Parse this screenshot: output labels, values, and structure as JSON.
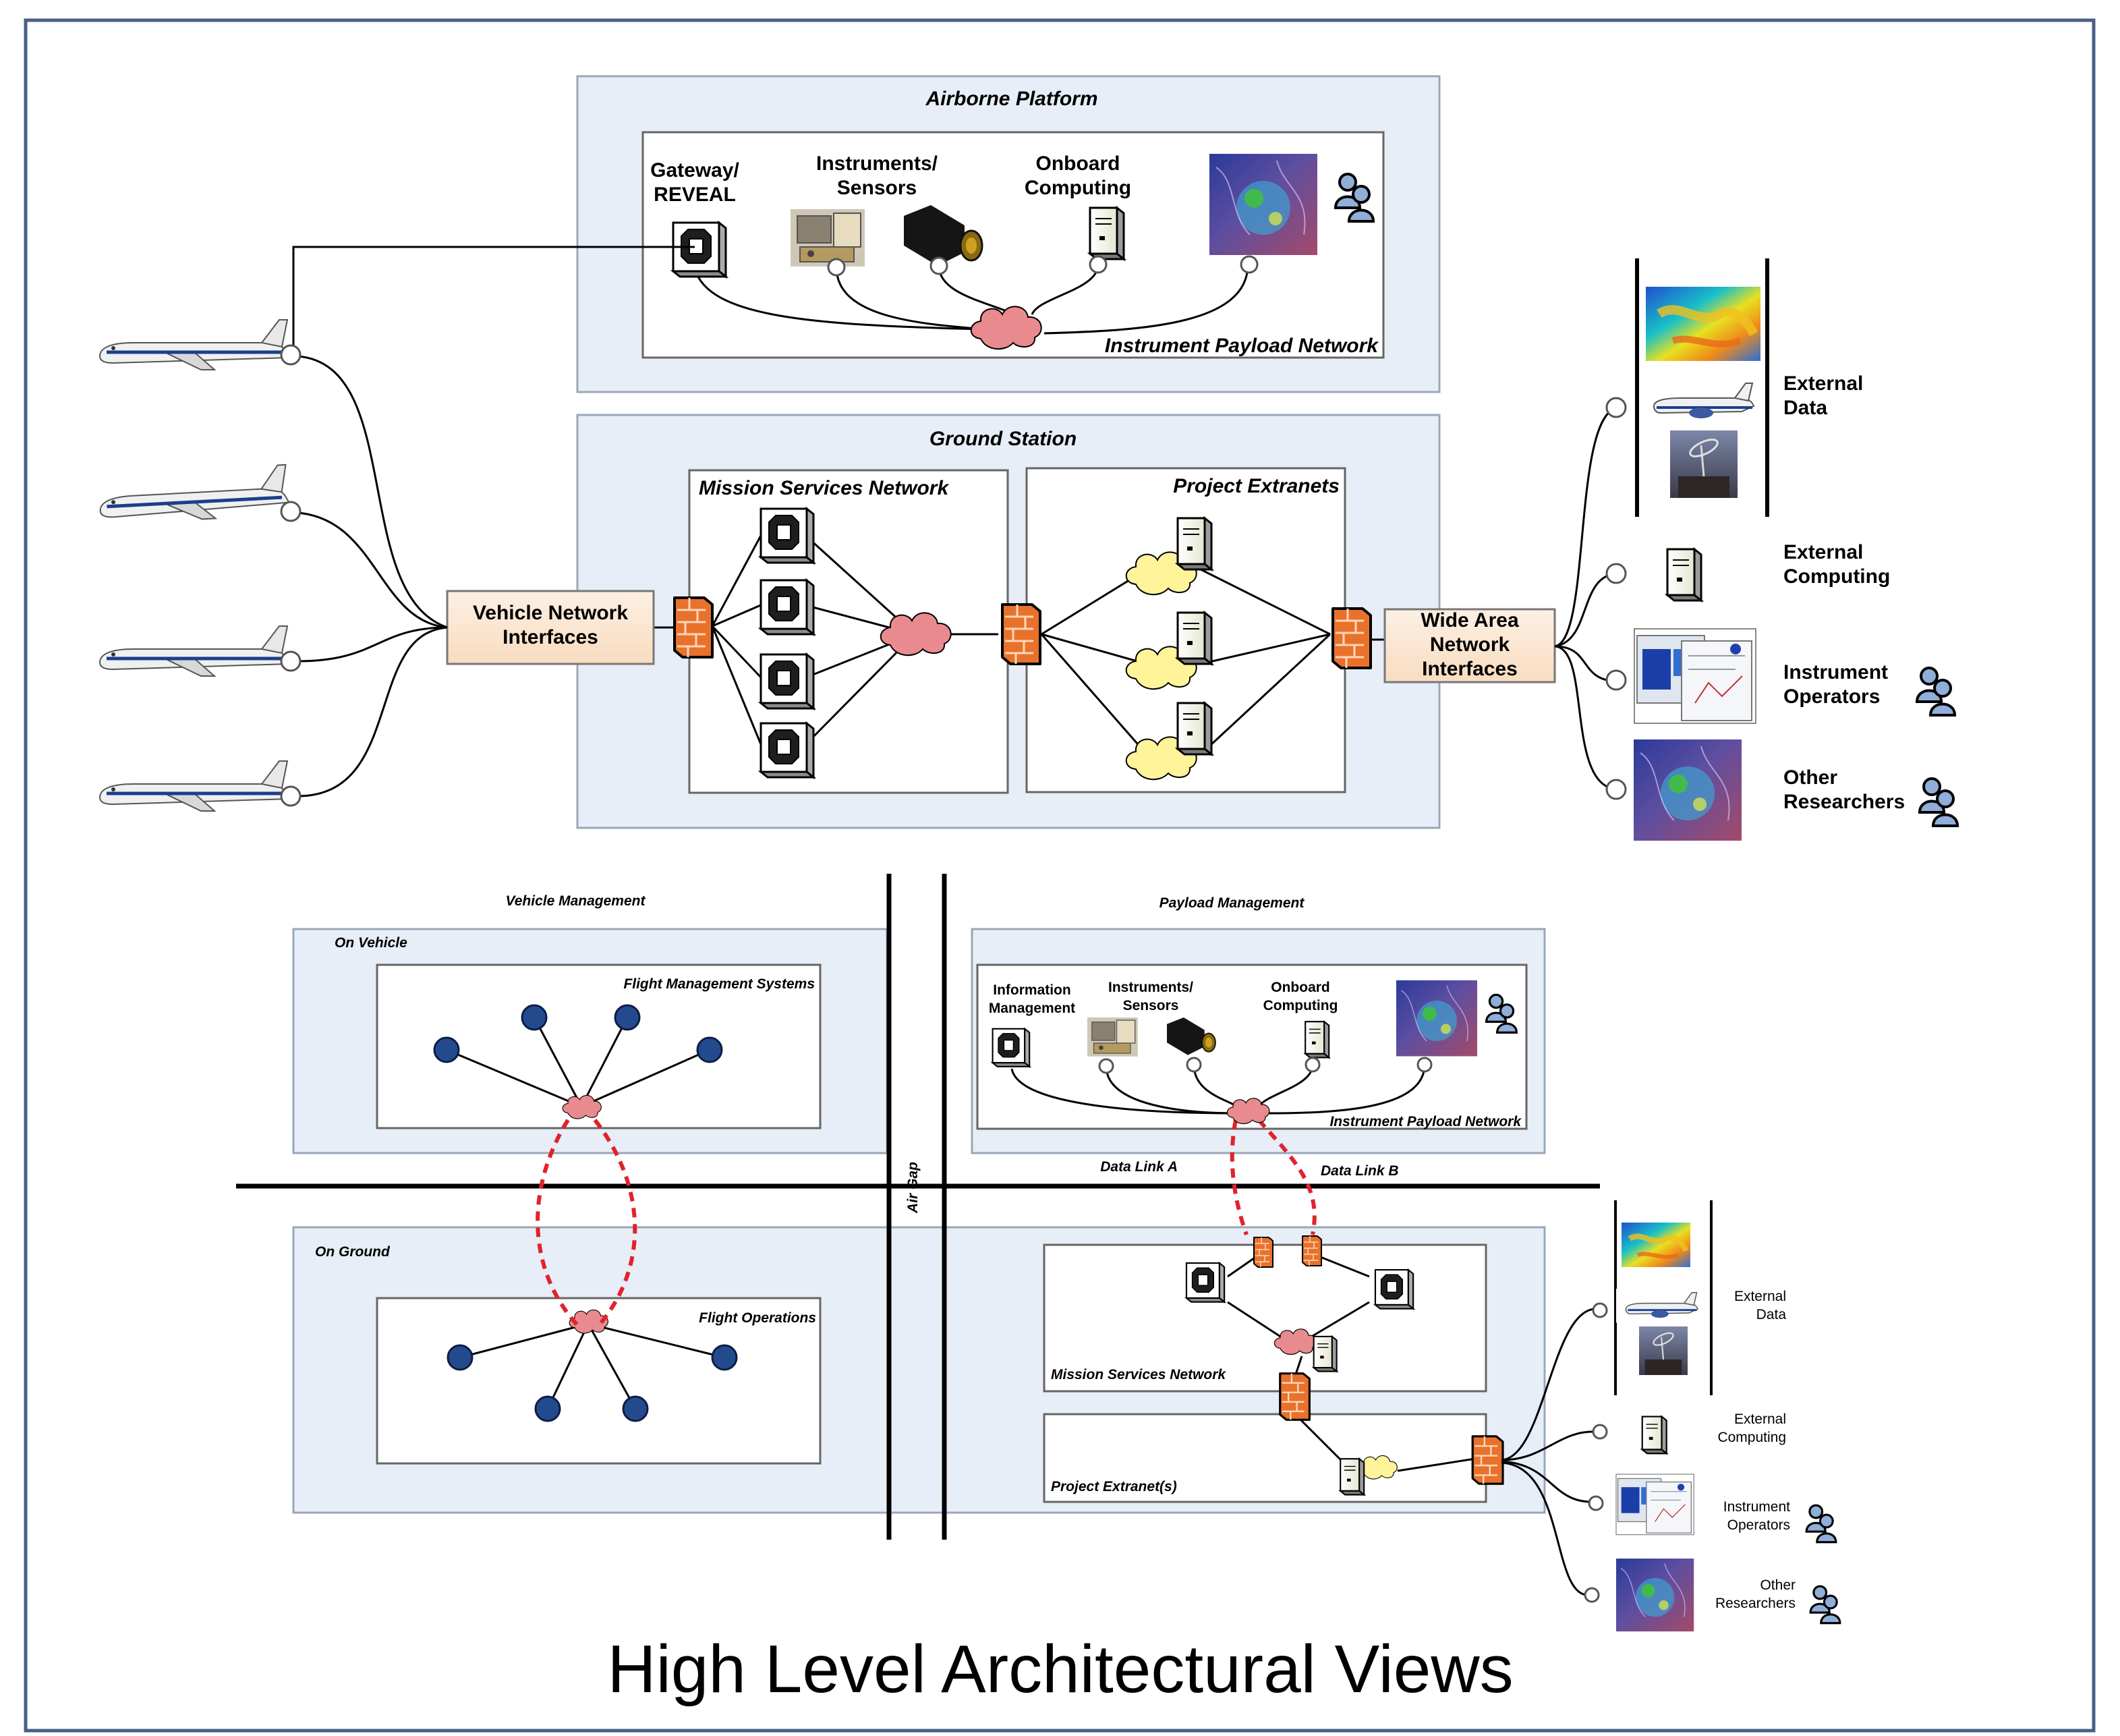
{
  "colors": {
    "frame_border": "#4a5f86",
    "panel_fill": "#e8eef7",
    "panel_border": "#9aa7b8",
    "interface_fill": "#fbe6d2",
    "firewall": "#e8722c",
    "cloud_red": "#e98a8f",
    "cloud_yellow": "#fff49a",
    "node_blue": "#244a8e",
    "datalink": "#e0232b"
  },
  "icons": {
    "gateway": "network-switch-icon",
    "server": "server-icon",
    "firewall": "firewall-icon",
    "cloud": "cloud-icon",
    "users": "users-icon",
    "aircraft": "aircraft-icon",
    "radar": "radar-image-icon",
    "camera": "camera-icon",
    "instrument": "instrument-icon",
    "screens": "operator-screens-icon",
    "tower": "antenna-tower-icon"
  },
  "title": "High Level Architectural Views",
  "top": {
    "airborne": {
      "title": "Airborne Platform",
      "gateway": "Gateway/ REVEAL",
      "instruments": "Instruments/ Sensors",
      "onboard": "Onboard Computing",
      "network": "Instrument Payload Network"
    },
    "ground": {
      "title": "Ground Station",
      "mission": "Mission Services Network",
      "extranets": "Project Extranets",
      "vehicle_if": "Vehicle Network Interfaces",
      "wan_if": "Wide Area Network Interfaces"
    },
    "external": {
      "data": "External Data",
      "computing": "External Computing",
      "operators": "Instrument Operators",
      "researchers": "Other Researchers"
    }
  },
  "bottom": {
    "vehicle_mgmt": "Vehicle Management",
    "payload_mgmt": "Payload Management",
    "on_vehicle": "On Vehicle",
    "on_ground": "On Ground",
    "fms": "Flight Management Systems",
    "flight_ops": "Flight Operations",
    "info_mgmt": "Information Management",
    "instruments": "Instruments/ Sensors",
    "onboard": "Onboard Computing",
    "payload_net": "Instrument Payload Network",
    "air_gap": "Air Gap",
    "link_a": "Data Link A",
    "link_b": "Data Link B",
    "mission": "Mission Services Network",
    "extranet": "Project Extranet(s)",
    "external": {
      "data": "External Data",
      "computing": "External Computing",
      "operators": "Instrument Operators",
      "researchers": "Other Researchers"
    }
  }
}
